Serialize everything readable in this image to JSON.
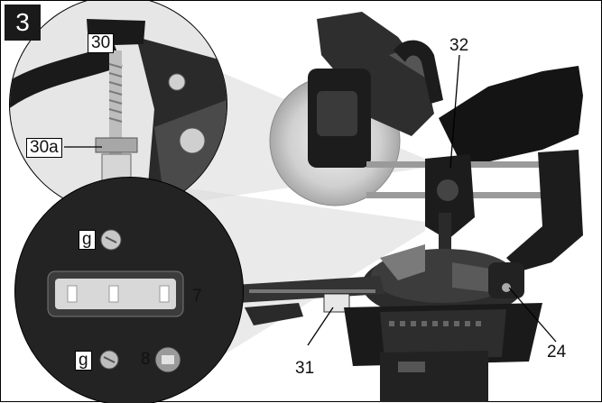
{
  "figure": {
    "number": "3",
    "callouts": {
      "c30": "30",
      "c30a": "30a",
      "c32": "32",
      "g_top": "g",
      "c7": "7",
      "g_bottom": "g",
      "c8": "8",
      "c31": "31",
      "c24": "24"
    }
  },
  "colors": {
    "machine_dark": "#1c1c1c",
    "machine_mid": "#3a3a3a",
    "bag": "#141414",
    "blade": "#c9c9c9",
    "lens_bg": "#eaeaea",
    "led_window": "#d8d8d8"
  }
}
